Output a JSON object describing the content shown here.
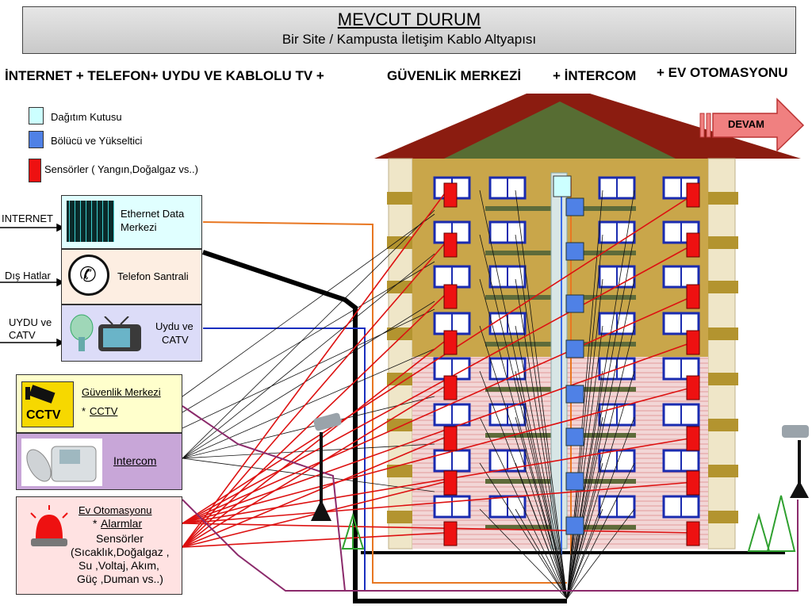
{
  "header": {
    "title": "MEVCUT DURUM",
    "subtitle": "Bir Site / Kampusta İletişim Kablo Altyapısı"
  },
  "services": {
    "part1": "İNTERNET + TELEFON+ UYDU VE KABLOLU TV +",
    "part2": "GÜVENLİK MERKEZİ",
    "part3": "+ İNTERCOM",
    "part4": "+ EV OTOMASYONU"
  },
  "legend": [
    {
      "label": "Dağıtım Kutusu",
      "color": "#ccffff"
    },
    {
      "label": "Bölücü ve Yükseltici",
      "color": "#4f81e6"
    },
    {
      "label": "Sensörler ( Yangın,Doğalgaz vs..)",
      "color": "#ee1111"
    }
  ],
  "devam": {
    "label": "DEVAM"
  },
  "inputs": {
    "internet": "INTERNET",
    "dis_hatlar": "Dış Hatlar",
    "uydu_line1": "UYDU ve",
    "uydu_line2": "CATV"
  },
  "boxes": {
    "ethernet_line1": "Ethernet Data",
    "ethernet_line2": "Merkezi",
    "telefon": "Telefon Santrali",
    "uydu_line1": "Uydu ve",
    "uydu_line2": "CATV",
    "guvenlik_title": "Güvenlik Merkezi",
    "guvenlik_item_prefix": "*",
    "guvenlik_item": "CCTV",
    "cctv_sign": "CCTV",
    "intercom": "Intercom",
    "ev_title": "Ev Otomasyonu",
    "ev_item_prefix": "*",
    "ev_item": "Alarmlar",
    "ev_line1": "Sensörler",
    "ev_line2": "(Sıcaklık,Doğalgaz ,",
    "ev_line3": "Su ,Voltaj, Akım,",
    "ev_line4": "Güç ,Duman vs..)"
  },
  "colors": {
    "ethernet_cable": "#e87722",
    "catv_cable": "#1a2fbf",
    "trunk_cable": "#000000",
    "sensor_cable": "#dd1111",
    "intercom_cable": "#000000",
    "cctv_cable": "#8b2a6b",
    "roof": "#8b1c10",
    "building_wall": "#c9a64a",
    "lower_wall": "#f2d6d6"
  }
}
